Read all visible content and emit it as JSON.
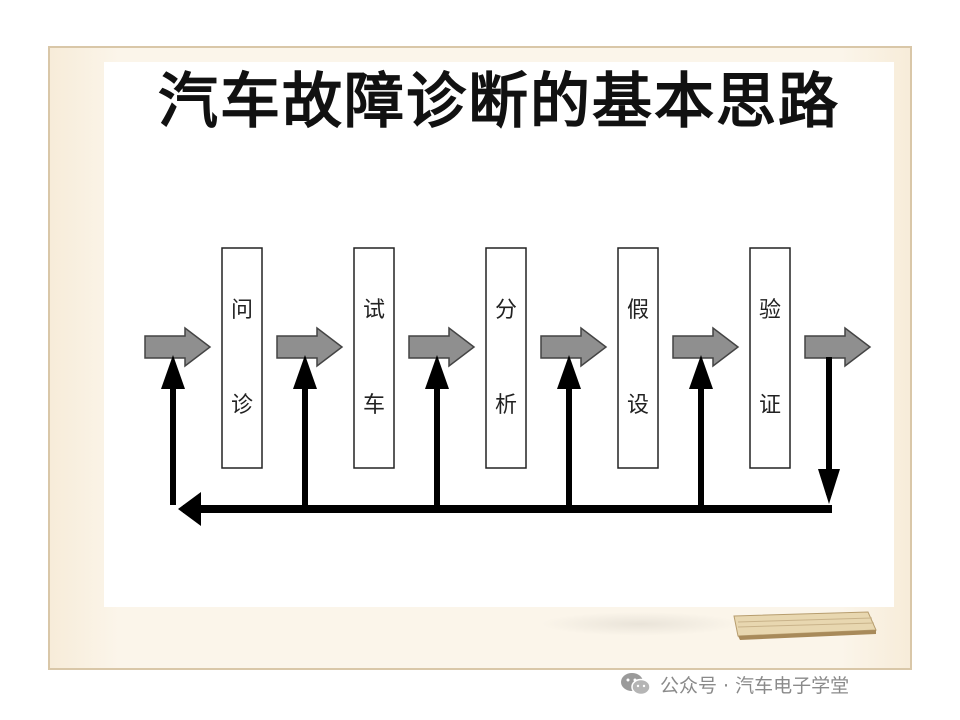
{
  "title": "汽车故障诊断的基本思路",
  "steps": [
    {
      "label": "问诊",
      "chars": [
        "问",
        "诊"
      ]
    },
    {
      "label": "试车",
      "chars": [
        "试",
        "车"
      ]
    },
    {
      "label": "分析",
      "chars": [
        "分",
        "析"
      ]
    },
    {
      "label": "假设",
      "chars": [
        "假",
        "设"
      ]
    },
    {
      "label": "验证",
      "chars": [
        "验",
        "证"
      ]
    }
  ],
  "watermark": "公众号 · 汽车电子学堂",
  "colors": {
    "arrow_fill": "#8f8f8f",
    "line": "#000000",
    "frame": "#d9c7a8",
    "frame_bg": "#fbf5ea"
  }
}
